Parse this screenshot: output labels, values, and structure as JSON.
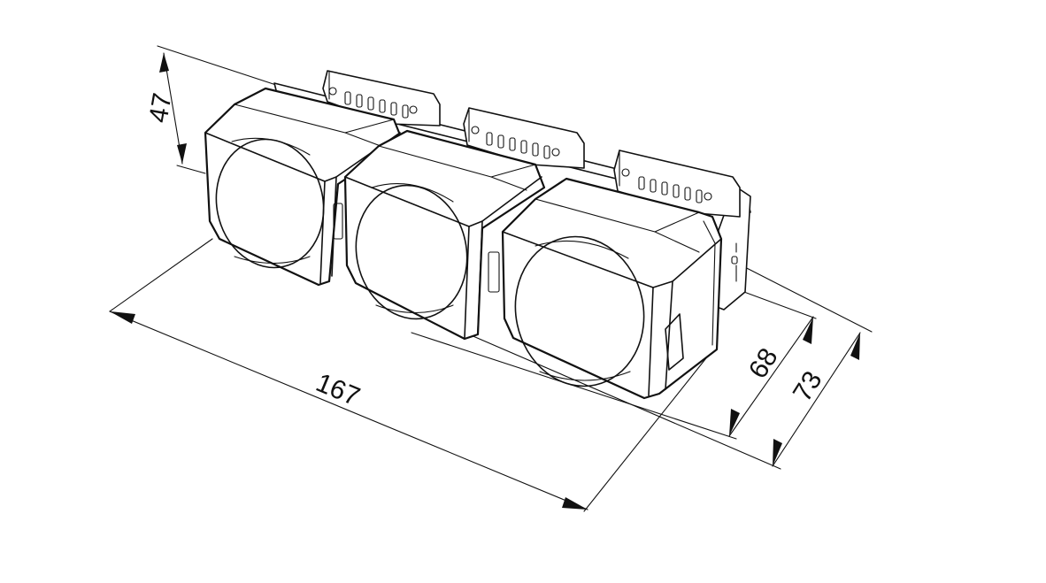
{
  "dimensions": {
    "height": "47",
    "length": "167",
    "depth_inner": "68",
    "depth_outer": "73"
  }
}
